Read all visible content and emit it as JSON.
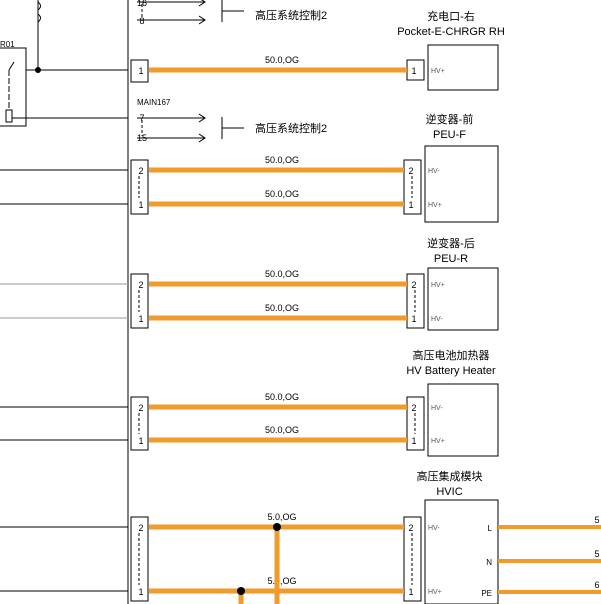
{
  "colors": {
    "wire_og": "#f39a2c",
    "ink": "#000000",
    "pale_wire": "#999999"
  },
  "connector_label": "R01",
  "main_connector": "MAIN167",
  "control_labels": [
    "高压系统控制2",
    "高压系统控制2"
  ],
  "top_pins": [
    "16",
    "8"
  ],
  "mid_pins": [
    "7",
    "15"
  ],
  "devices": [
    {
      "title_cn": "充电口-右",
      "title_en": "Pocket-E-CHRGR RH",
      "wires": [
        {
          "label": "50.0,OG",
          "left_pin": "1",
          "right_pin": "1",
          "term": "HV+"
        }
      ]
    },
    {
      "title_cn": "逆变器-前",
      "title_en": "PEU-F",
      "wires": [
        {
          "label": "50.0,OG",
          "left_pin": "2",
          "right_pin": "2",
          "term": "HV-"
        },
        {
          "label": "50.0,OG",
          "left_pin": "1",
          "right_pin": "1",
          "term": "HV+"
        }
      ]
    },
    {
      "title_cn": "逆变器-后",
      "title_en": "PEU-R",
      "wires": [
        {
          "label": "50.0,OG",
          "left_pin": "2",
          "right_pin": "2",
          "term": "HV+"
        },
        {
          "label": "50.0,OG",
          "left_pin": "1",
          "right_pin": "1",
          "term": "HV-"
        }
      ]
    },
    {
      "title_cn": "高压电池加热器",
      "title_en": "HV Battery Heater",
      "wires": [
        {
          "label": "50.0,OG",
          "left_pin": "2",
          "right_pin": "2",
          "term": "HV-"
        },
        {
          "label": "50.0,OG",
          "left_pin": "1",
          "right_pin": "1",
          "term": "HV+"
        }
      ]
    },
    {
      "title_cn": "高压集成模块",
      "title_en": "HVIC",
      "wires": [
        {
          "label": "5.0,OG",
          "left_pin": "2",
          "right_pin": "2",
          "term": "HV-"
        },
        {
          "label": "5.0,OG",
          "left_pin": "1",
          "right_pin": "1",
          "term": "HV+"
        }
      ],
      "outputs": [
        {
          "label": "L",
          "value": "5"
        },
        {
          "label": "N",
          "value": "5"
        },
        {
          "label": "PE",
          "value": "6"
        }
      ]
    }
  ]
}
